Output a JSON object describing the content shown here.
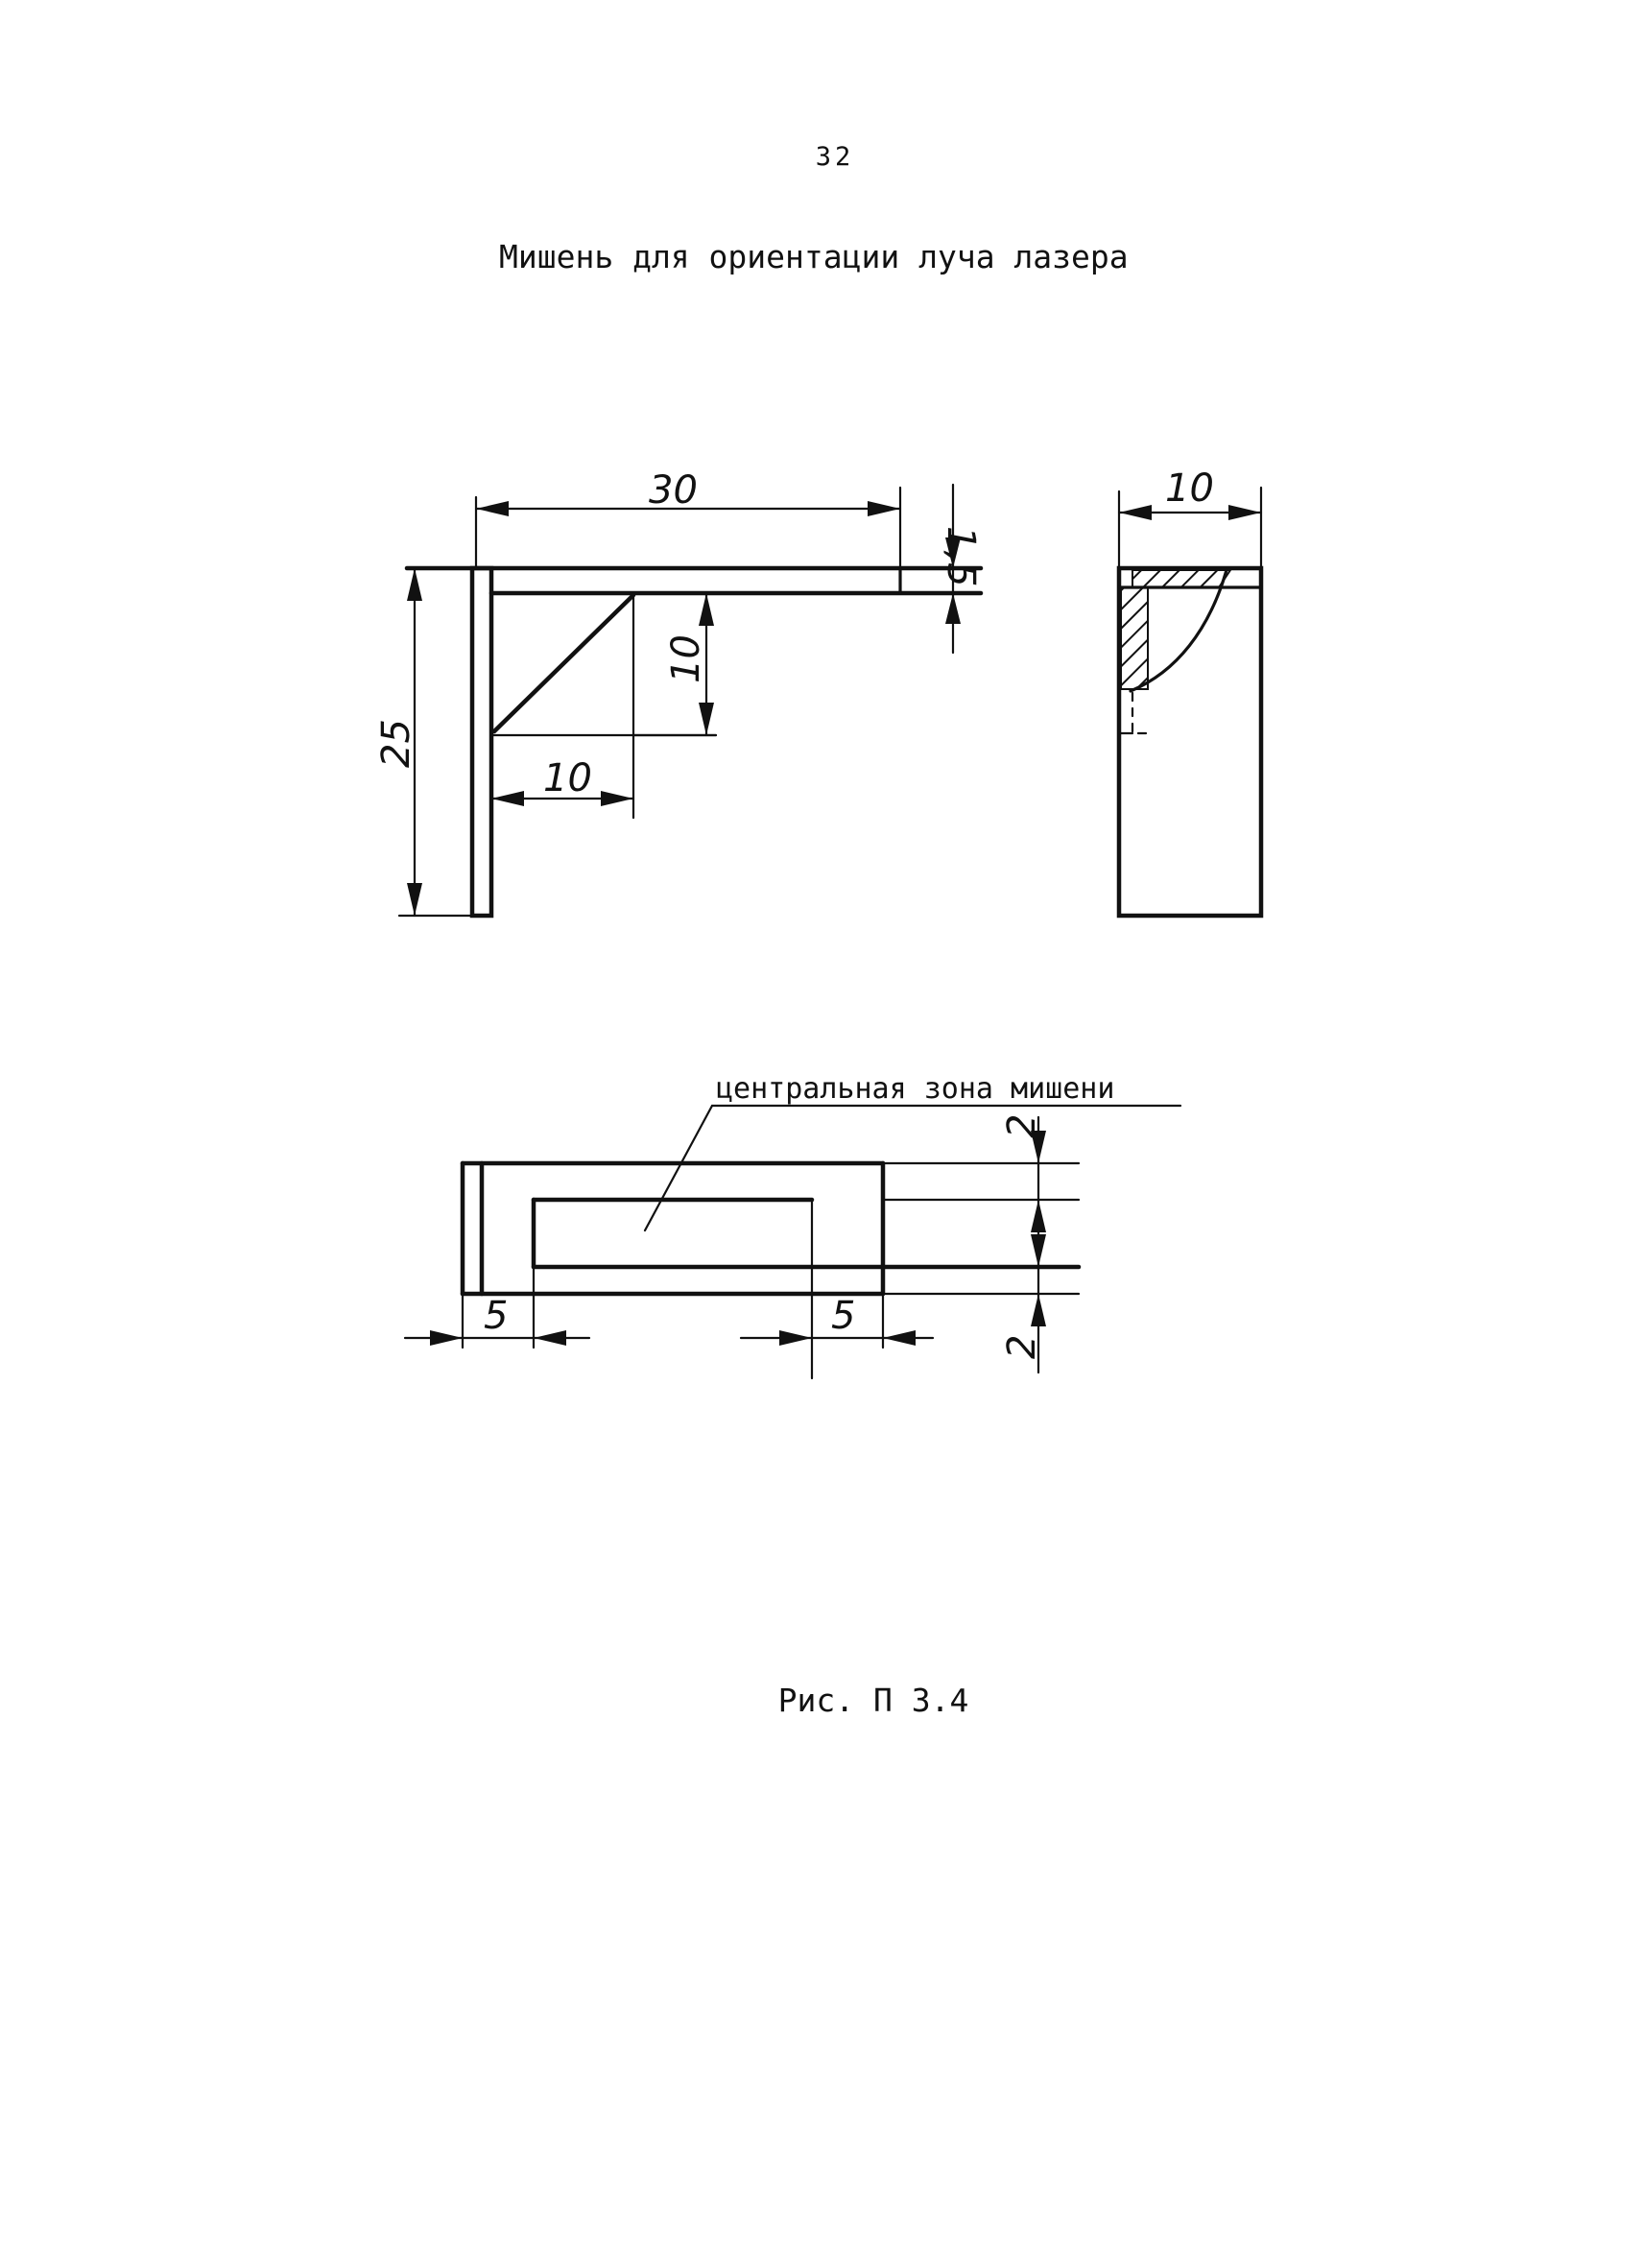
{
  "page": {
    "number": "32",
    "title": "Мишень для ориентации луча  лазера",
    "caption": "Рис. П 3.4"
  },
  "drawing": {
    "side_view": {
      "dim_width": "30",
      "dim_thickness": "1,5",
      "dim_height": "25",
      "dim_triangle_height": "10",
      "dim_triangle_width": "10"
    },
    "front_view": {
      "dim_width": "10"
    },
    "top_view": {
      "callout": "центральная зона мишени",
      "dim_left": "5",
      "dim_right": "5",
      "dim_top": "2",
      "dim_bottom": "2"
    }
  }
}
